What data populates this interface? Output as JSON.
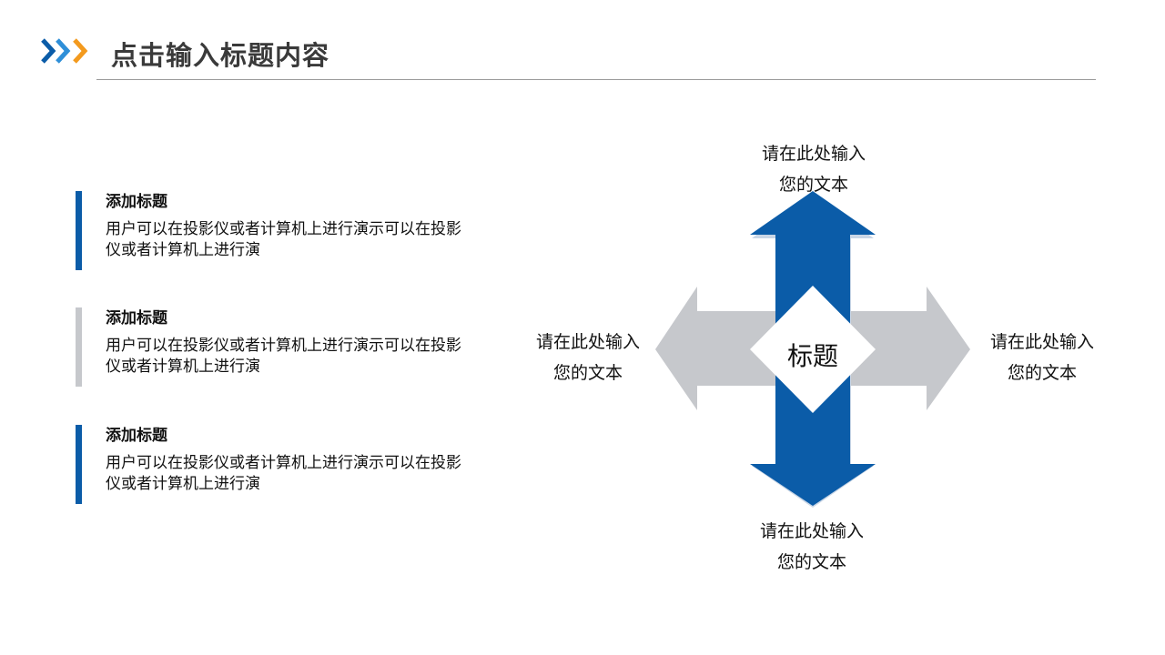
{
  "header": {
    "title": "点击输入标题内容",
    "icon": "double-chevron-right-icon"
  },
  "colors": {
    "accent_blue": "#0b5ca8",
    "accent_orange": "#f39a1e",
    "gray": "#c6c8cc",
    "rule": "#9a9a9a"
  },
  "sections": [
    {
      "title": "添加标题",
      "body": "用户可以在投影仪或者计算机上进行演示可以在投影仪或者计算机上进行演",
      "bar_color": "#0b5ca8"
    },
    {
      "title": "添加标题",
      "body": "用户可以在投影仪或者计算机上进行演示可以在投影仪或者计算机上进行演",
      "bar_color": "#c6c8cc"
    },
    {
      "title": "添加标题",
      "body": "用户可以在投影仪或者计算机上进行演示可以在投影仪或者计算机上进行演",
      "bar_color": "#0b5ca8"
    }
  ],
  "diagram": {
    "center": "标题",
    "top": {
      "line1": "请在此处输入",
      "line2": "您的文本"
    },
    "left": {
      "line1": "请在此处输入",
      "line2": "您的文本"
    },
    "right": {
      "line1": "请在此处输入",
      "line2": "您的文本"
    },
    "bottom": {
      "line1": "请在此处输入",
      "line2": "您的文本"
    }
  }
}
